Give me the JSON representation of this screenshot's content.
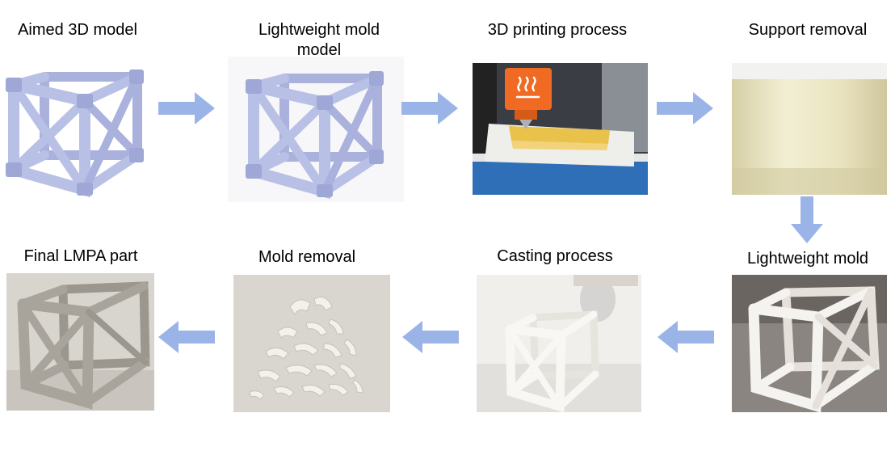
{
  "diagram": {
    "steps": [
      {
        "label": "Aimed 3D model"
      },
      {
        "label": "Lightweight mold model"
      },
      {
        "label": "3D printing process"
      },
      {
        "label": "Support removal"
      },
      {
        "label": "Lightweight mold"
      },
      {
        "label": "Casting process"
      },
      {
        "label": "Mold removal"
      },
      {
        "label": "Final LMPA part"
      }
    ],
    "flow": [
      "right",
      "right",
      "right",
      "down",
      "left",
      "left",
      "left"
    ]
  },
  "colors": {
    "arrow": "#9bb4e8",
    "cad_model": "#b8c0e6",
    "printer_nozzle": "#f06a24",
    "print_bed": "#2f6fb8",
    "support_liquid": "#efeac9",
    "mold_white": "#f5f3ef",
    "lmpa_metal": "#a8a49c"
  }
}
